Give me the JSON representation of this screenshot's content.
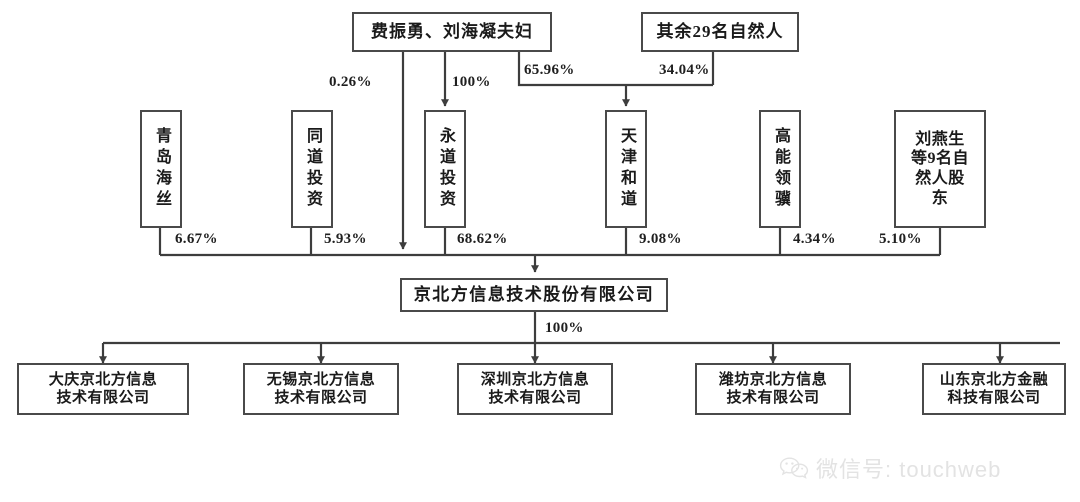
{
  "chart_data": {
    "type": "diagram",
    "title": "京北方信息技术股份有限公司 股权结构图",
    "nodes": [
      {
        "id": "fei_liu",
        "label": "费振勇、刘海凝夫妇",
        "tier": "top"
      },
      {
        "id": "other29",
        "label": "其余29名自然人",
        "tier": "top"
      },
      {
        "id": "qingdao",
        "label": "青岛海丝",
        "tier": "mid"
      },
      {
        "id": "tongdao",
        "label": "同道投资",
        "tier": "mid"
      },
      {
        "id": "shuidao",
        "label": "永道投资",
        "tier": "mid"
      },
      {
        "id": "tianjin",
        "label": "天津和道",
        "tier": "mid"
      },
      {
        "id": "gaoneng",
        "label": "高能领骥",
        "tier": "mid"
      },
      {
        "id": "liuyansh",
        "label": "刘燕生等9名自然人股东",
        "tier": "mid"
      },
      {
        "id": "jingbeifang",
        "label": "京北方信息技术股份有限公司",
        "tier": "company"
      },
      {
        "id": "daqing",
        "label": "大庆京北方信息技术有限公司",
        "tier": "sub"
      },
      {
        "id": "wuxi",
        "label": "无锡京北方信息技术有限公司",
        "tier": "sub"
      },
      {
        "id": "shenzhen",
        "label": "深圳京北方信息技术有限公司",
        "tier": "sub"
      },
      {
        "id": "weifang",
        "label": "潍坊京北方信息技术有限公司",
        "tier": "sub"
      },
      {
        "id": "shandong",
        "label": "山东京北方金融科技有限公司",
        "tier": "sub"
      }
    ],
    "edges": [
      {
        "from": "fei_liu",
        "to": "jingbeifang",
        "value": "0.26%"
      },
      {
        "from": "fei_liu",
        "to": "shuidao",
        "value": "100%"
      },
      {
        "from": "fei_liu",
        "to": "tianjin",
        "value": "65.96%"
      },
      {
        "from": "other29",
        "to": "tianjin",
        "value": "34.04%"
      },
      {
        "from": "qingdao",
        "to": "jingbeifang",
        "value": "6.67%"
      },
      {
        "from": "tongdao",
        "to": "jingbeifang",
        "value": "5.93%"
      },
      {
        "from": "shuidao",
        "to": "jingbeifang",
        "value": "68.62%"
      },
      {
        "from": "tianjin",
        "to": "jingbeifang",
        "value": "9.08%"
      },
      {
        "from": "gaoneng",
        "to": "jingbeifang",
        "value": "4.34%"
      },
      {
        "from": "liuyansh",
        "to": "jingbeifang",
        "value": "5.10%"
      },
      {
        "from": "jingbeifang",
        "to": "daqing",
        "value": "100%"
      },
      {
        "from": "jingbeifang",
        "to": "wuxi",
        "value": "100%"
      },
      {
        "from": "jingbeifang",
        "to": "shenzhen",
        "value": "100%"
      },
      {
        "from": "jingbeifang",
        "to": "weifang",
        "value": "100%"
      },
      {
        "from": "jingbeifang",
        "to": "shandong",
        "value": "100%"
      }
    ]
  },
  "top": {
    "couple": "费振勇、刘海凝夫妇",
    "other_persons": "其余29名自然人"
  },
  "mid": {
    "qingdao_haisi": "青岛海丝",
    "tongdao_touzi": "同道投资",
    "shuidao_touzi": "永道投资",
    "tianjin_hedao": "天津和道",
    "gaoneng_lingji": "高能领骥",
    "liuyansheng": "刘燕生等9名自然人股东"
  },
  "company": {
    "name": "京北方信息技术股份有限公司"
  },
  "subsidiaries": [
    {
      "line1": "大庆京北方信息",
      "line2": "技术有限公司"
    },
    {
      "line1": "无锡京北方信息",
      "line2": "技术有限公司"
    },
    {
      "line1": "深圳京北方信息",
      "line2": "技术有限公司"
    },
    {
      "line1": "潍坊京北方信息",
      "line2": "技术有限公司"
    },
    {
      "line1": "山东京北方金融",
      "line2": "科技有限公司"
    }
  ],
  "percents": {
    "p_026": "0.26%",
    "p_100_top": "100%",
    "p_6596": "65.96%",
    "p_3404": "34.04%",
    "p_667": "6.67%",
    "p_593": "5.93%",
    "p_6862": "68.62%",
    "p_908": "9.08%",
    "p_434": "4.34%",
    "p_510": "5.10%",
    "p_100_company": "100%"
  },
  "watermark": {
    "text": "微信号: touchweb",
    "icon": "wechat-icon"
  },
  "colors": {
    "box_border": "#4a4a4a",
    "line": "#3d3d3d",
    "text": "#1a1a1a",
    "watermark": "#e3e3e3",
    "background": "#ffffff"
  }
}
